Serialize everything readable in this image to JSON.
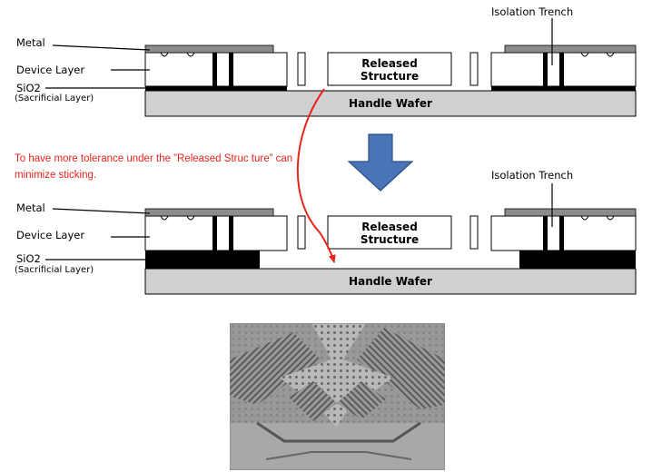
{
  "diagram_top": {
    "metal": "Metal",
    "device_layer": "Device Layer",
    "sio2": "SiO2",
    "sacrificial": "(Sacrificial Layer)",
    "released_line1": "Released",
    "released_line2": "Structure",
    "handle_wafer": "Handle Wafer",
    "isolation_trench": "Isolation Trench"
  },
  "diagram_bottom": {
    "metal": "Metal",
    "device_layer": "Device Layer",
    "sio2": "SiO2",
    "sacrificial": "(Sacrificial Layer)",
    "released_line1": "Released",
    "released_line2": "Structure",
    "handle_wafer": "Handle Wafer",
    "isolation_trench": "Isolation Trench"
  },
  "annotation": {
    "text": "To have more tolerance under the ”Released Struc ture” can minimize sticking.",
    "color": "#e8231a"
  },
  "colors": {
    "metal": "#8c8c8c",
    "handle": "#d0d0d0",
    "oxide": "#000000",
    "arrow": "#4a74b8",
    "red_arrow": "#e8231a"
  },
  "photo": {
    "icon": "sem-micrograph"
  }
}
